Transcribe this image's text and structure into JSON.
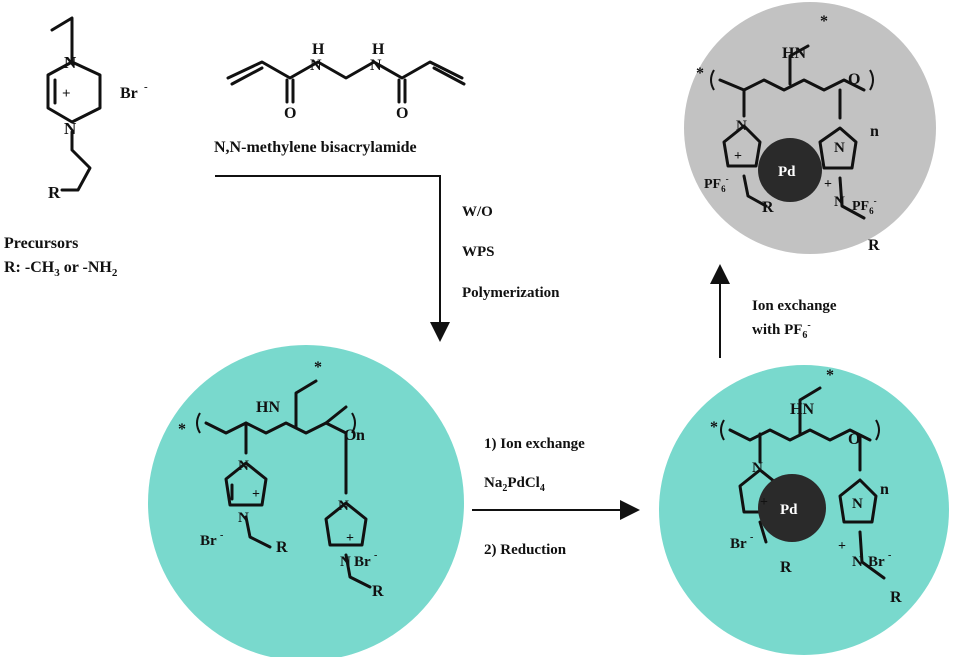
{
  "monomer": {
    "label_precursors": "Precursors",
    "label_r": "R:  -CH",
    "label_r_sub1": "3",
    "label_r_or": " or  -NH",
    "label_r_sub2": "2",
    "br": "Br",
    "br_sup": "-",
    "n1": "N",
    "n2": "N",
    "r": "R",
    "plus": "+"
  },
  "crosslinker": {
    "name": "N,N-methylene bisacrylamide",
    "h1": "H",
    "h2": "H",
    "n1": "N",
    "n2": "N",
    "o1": "O",
    "o2": "O"
  },
  "step1": {
    "line1": "W/O",
    "line2": "WPS",
    "line3": "Polymerization"
  },
  "step2": {
    "line1": "1) Ion exchange",
    "line2_a": "Na",
    "line2_s1": "2",
    "line2_b": "PdCl",
    "line2_s2": "4",
    "line3": "2) Reduction"
  },
  "step3": {
    "line1": "Ion exchange",
    "line2_a": "with PF",
    "line2_s": "6",
    "line2_sup": "-"
  },
  "polymer": {
    "hn": "HN",
    "o": "O",
    "star": "*",
    "n_sub": "n",
    "n": "N",
    "plus": "+",
    "br": "Br",
    "br_sup": "-",
    "r": "R",
    "pd": "Pd",
    "pf": "PF",
    "pf_sub": "6",
    "pf_sup": "-"
  },
  "colors": {
    "teal": "#79d9cd",
    "grey": "#c2c2c2",
    "pd": "#2a2a2a"
  }
}
